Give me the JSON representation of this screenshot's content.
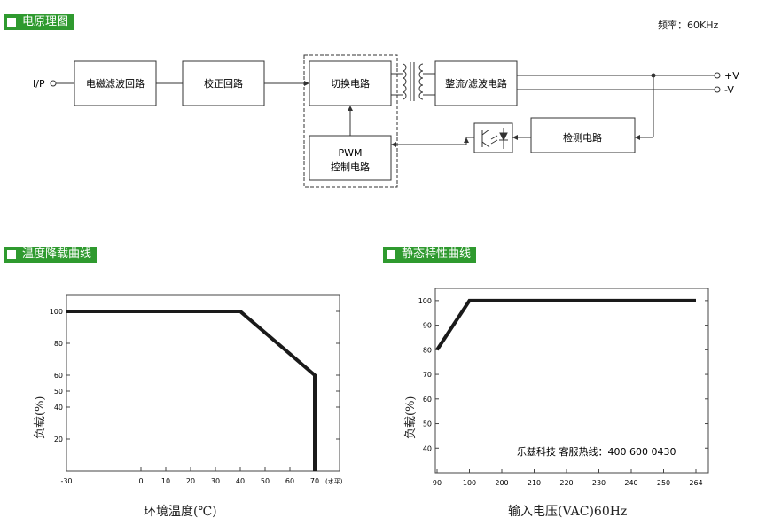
{
  "sections": {
    "block_diagram": "电原理图",
    "derating": "温度降载曲线",
    "static": "静态特性曲线"
  },
  "frequency": "频率：60KHz",
  "diagram": {
    "input": "I/P",
    "emi": "电磁滤波回路",
    "pfc": "校正回路",
    "switch": "切换电路",
    "rectifier": "整流/滤波电路",
    "pwm_line1": "PWM",
    "pwm_line2": "控制电路",
    "detect": "检测电路",
    "out_pos": "+V",
    "out_neg": "-V"
  },
  "chart_data": [
    {
      "type": "line",
      "name": "derating",
      "xlabel": "环境温度(℃)",
      "ylabel": "负载(%)",
      "x_unit_note": "(水平)",
      "x_ticks": [
        "-30",
        "0",
        "10",
        "20",
        "30",
        "40",
        "50",
        "60",
        "70"
      ],
      "y_ticks": [
        "100",
        "80",
        "60",
        "50",
        "40",
        "20"
      ],
      "xlim": [
        -30,
        80
      ],
      "ylim": [
        0,
        110
      ],
      "series": [
        {
          "x": [
            -30,
            40,
            70,
            70
          ],
          "y": [
            100,
            100,
            60,
            0
          ]
        }
      ]
    },
    {
      "type": "line",
      "name": "static",
      "xlabel": "输入电压(VAC)60Hz",
      "ylabel": "负载(%)",
      "x_ticks": [
        "90",
        "100",
        "200",
        "210",
        "220",
        "230",
        "240",
        "250",
        "264"
      ],
      "y_ticks": [
        "100",
        "90",
        "80",
        "70",
        "60",
        "50",
        "40"
      ],
      "ylim": [
        30,
        105
      ],
      "series": [
        {
          "x": [
            "90",
            "100",
            "264"
          ],
          "y": [
            80,
            100,
            100
          ]
        }
      ],
      "annotation": "乐兹科技 客服热线：400 600 0430"
    }
  ],
  "colors": {
    "accent": "#2f9a2f",
    "line": "#1a1a1a"
  }
}
